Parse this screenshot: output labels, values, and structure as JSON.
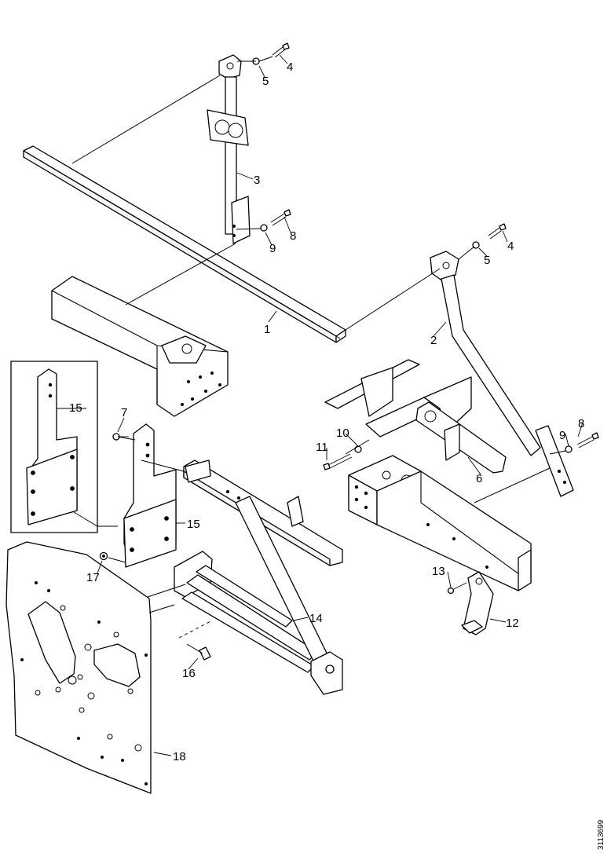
{
  "diagram": {
    "document_number": "3113699",
    "callouts": {
      "c1": "1",
      "c2": "2",
      "c3": "3",
      "c4a": "4",
      "c4b": "4",
      "c5a": "5",
      "c5b": "5",
      "c6": "6",
      "c7": "7",
      "c8a": "8",
      "c8b": "8",
      "c9a": "9",
      "c9b": "9",
      "c10": "10",
      "c11": "11",
      "c12": "12",
      "c13": "13",
      "c14": "14",
      "c15a": "15",
      "c15b": "15",
      "c16": "16",
      "c17": "17",
      "c18": "18"
    }
  }
}
